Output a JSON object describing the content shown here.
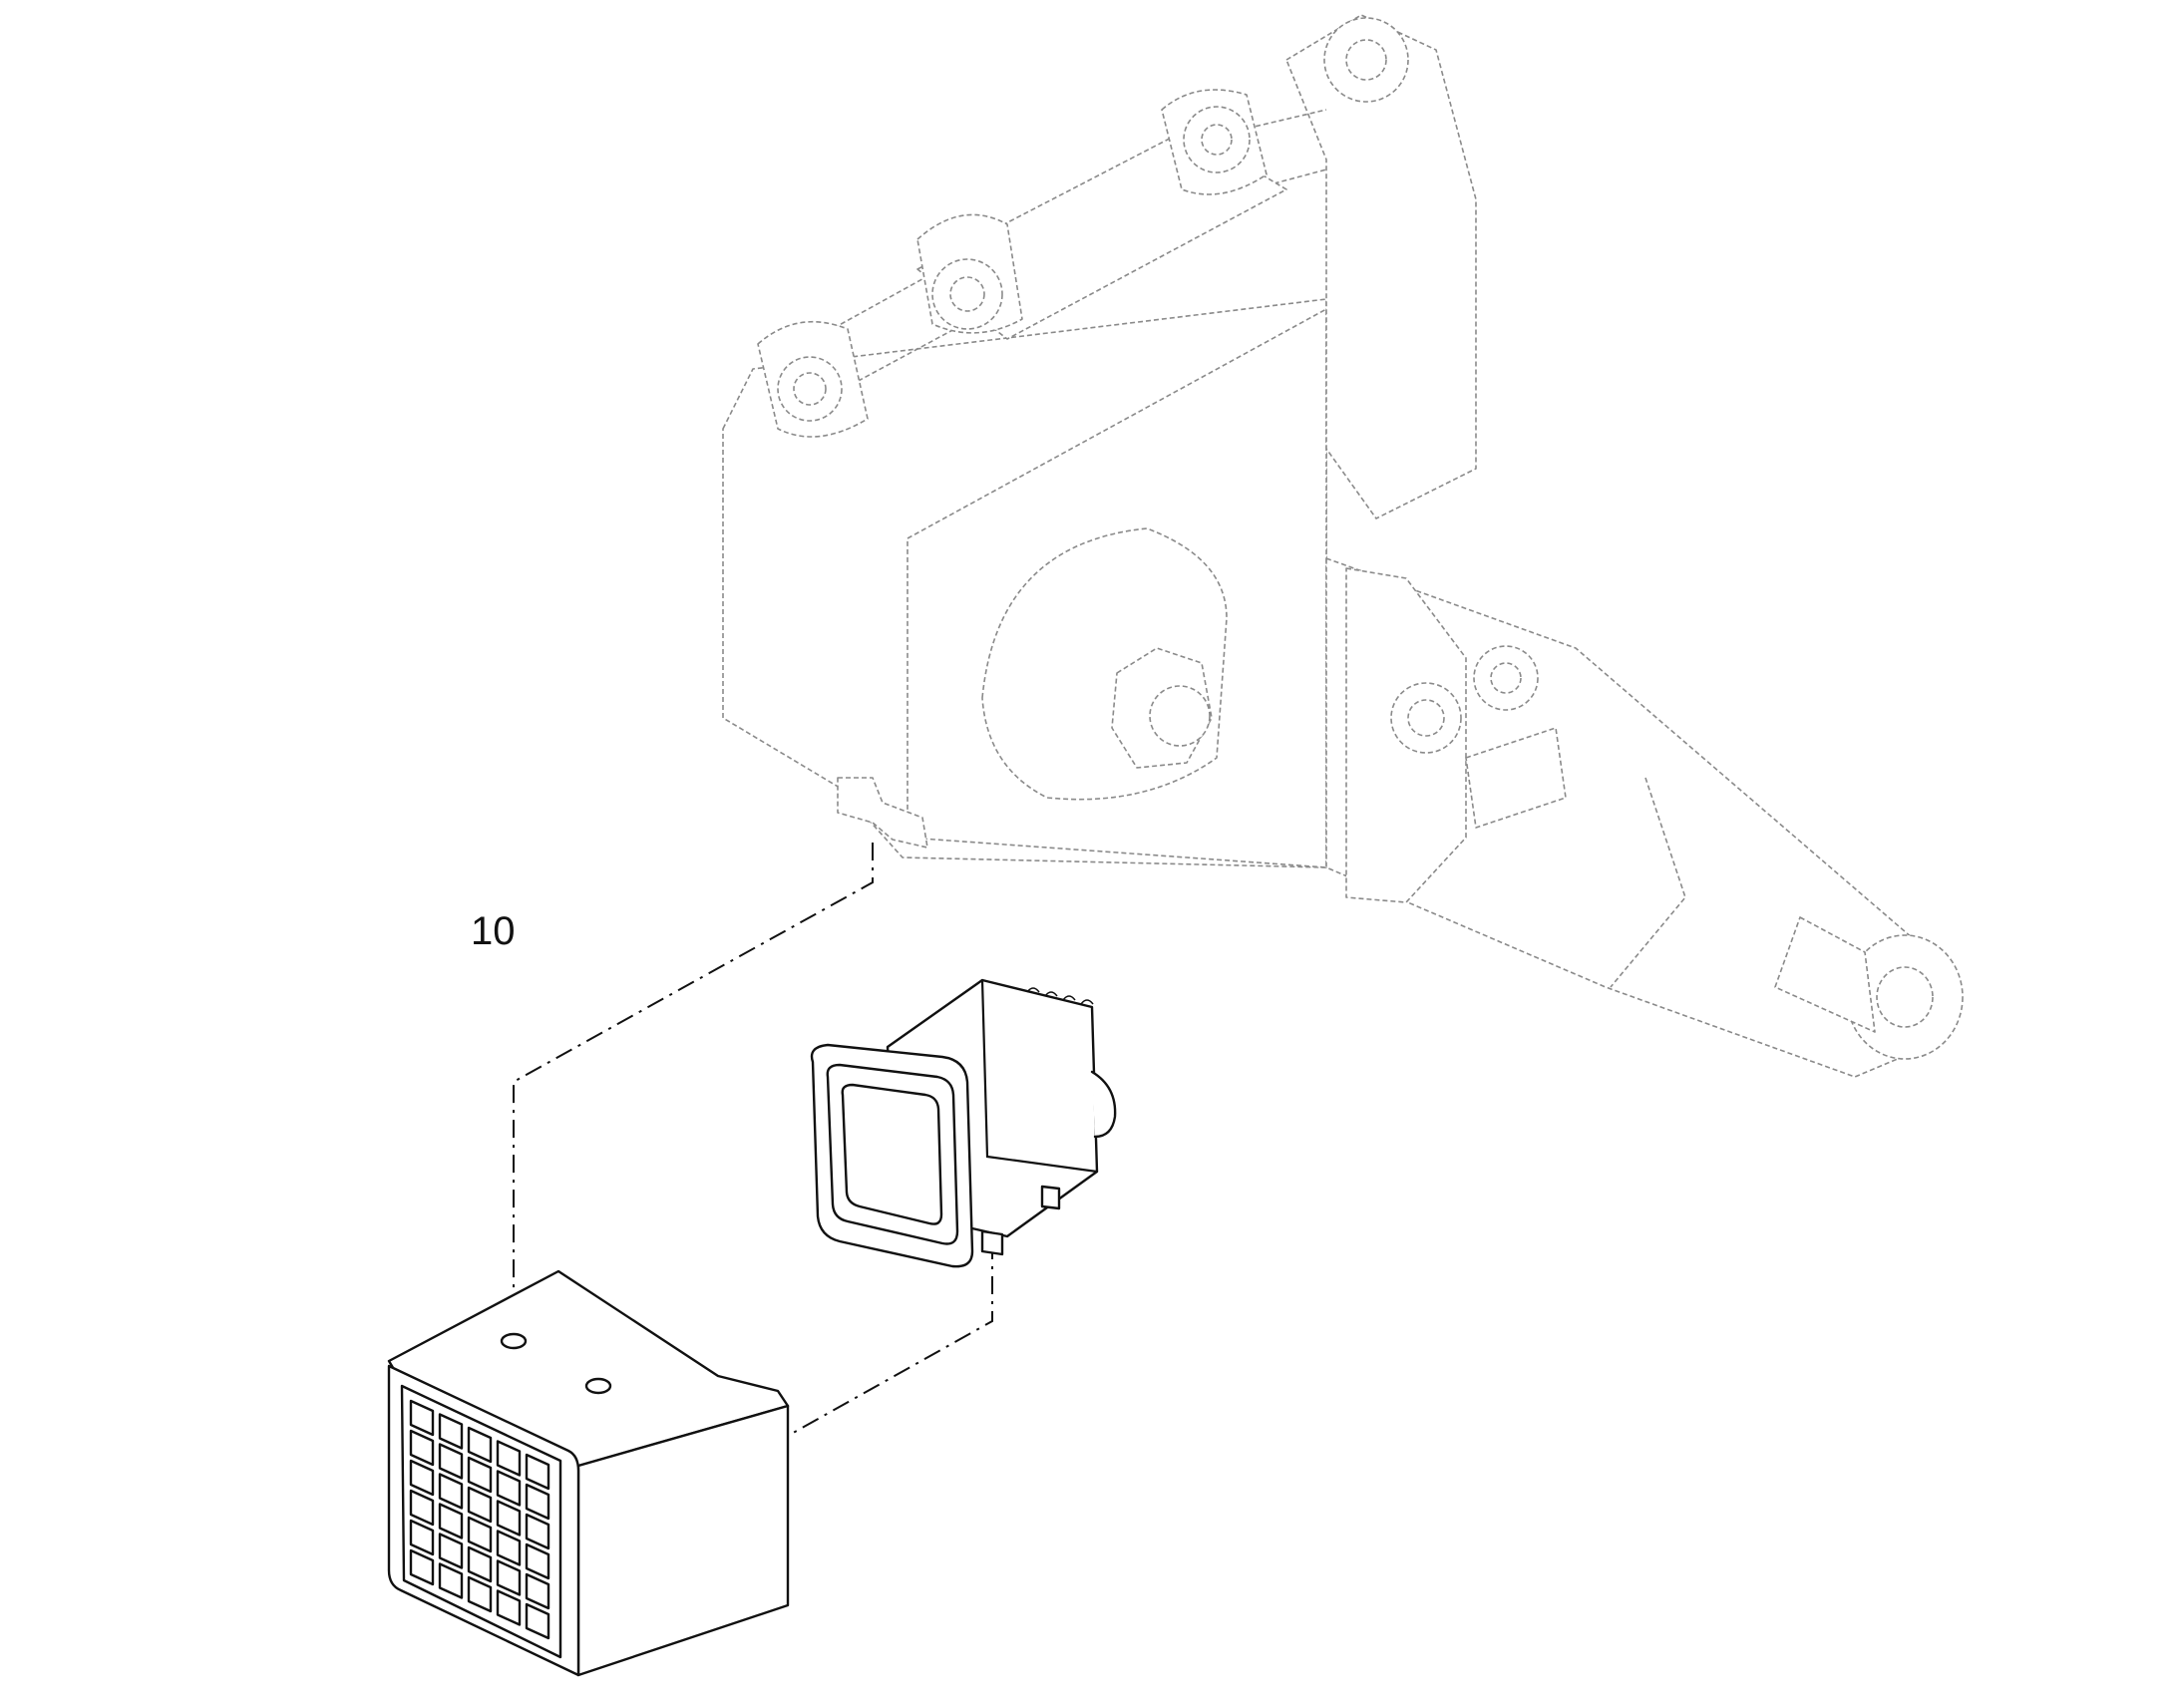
{
  "callouts": {
    "item_10": "10"
  },
  "parts": {
    "frame": "frame-assembly-phantom",
    "lamp": "work-lamp",
    "guard": "lamp-guard"
  },
  "colors": {
    "line": "#111111",
    "phantom": "#8a8a8a",
    "background": "#ffffff"
  }
}
